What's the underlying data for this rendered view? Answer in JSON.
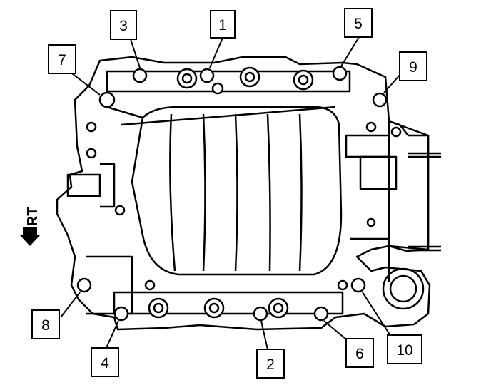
{
  "diagram": {
    "front_indicator": {
      "label": "FRT",
      "icon": "arrow-down-icon"
    },
    "callouts": [
      {
        "id": "c1",
        "label": "1"
      },
      {
        "id": "c2",
        "label": "2"
      },
      {
        "id": "c3",
        "label": "3"
      },
      {
        "id": "c4",
        "label": "4"
      },
      {
        "id": "c5",
        "label": "5"
      },
      {
        "id": "c6",
        "label": "6"
      },
      {
        "id": "c7",
        "label": "7"
      },
      {
        "id": "c8",
        "label": "8"
      },
      {
        "id": "c9",
        "label": "9"
      },
      {
        "id": "c10",
        "label": "10"
      }
    ]
  }
}
